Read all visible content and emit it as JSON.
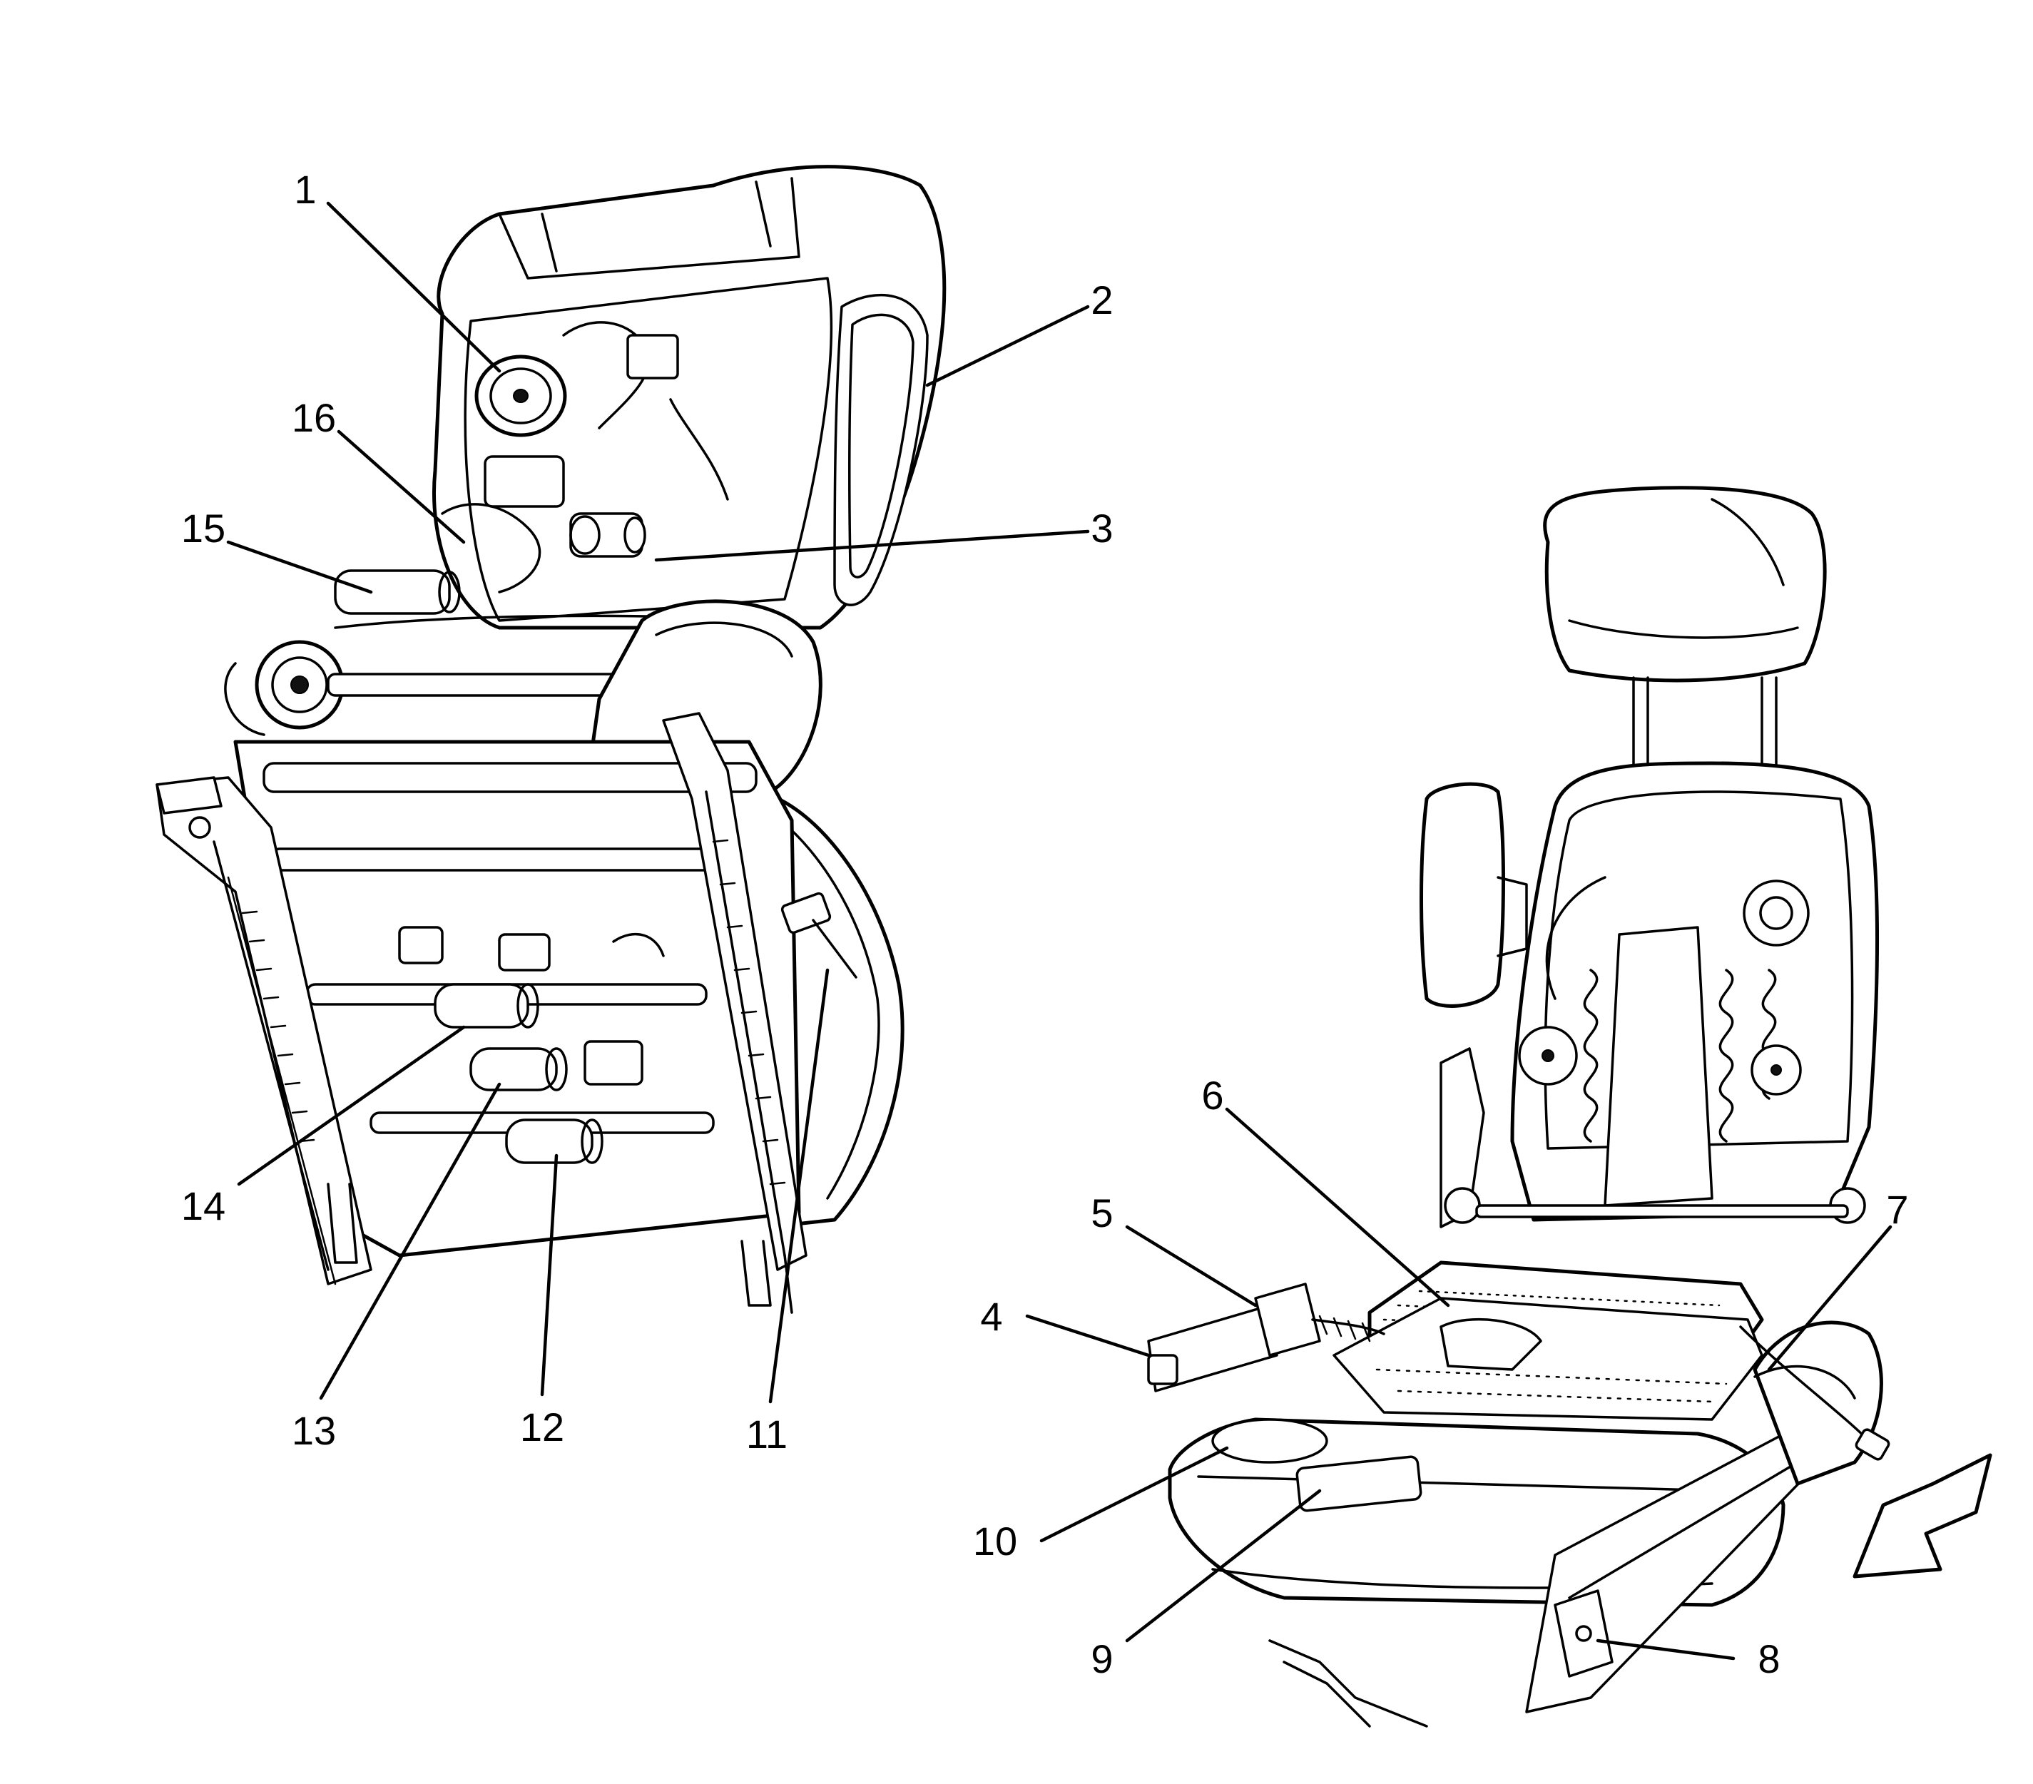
{
  "callouts": [
    {
      "id": "1",
      "label": "1"
    },
    {
      "id": "2",
      "label": "2"
    },
    {
      "id": "3",
      "label": "3"
    },
    {
      "id": "4",
      "label": "4"
    },
    {
      "id": "5",
      "label": "5"
    },
    {
      "id": "6",
      "label": "6"
    },
    {
      "id": "7",
      "label": "7"
    },
    {
      "id": "8",
      "label": "8"
    },
    {
      "id": "9",
      "label": "9"
    },
    {
      "id": "10",
      "label": "10"
    },
    {
      "id": "11",
      "label": "11"
    },
    {
      "id": "12",
      "label": "12"
    },
    {
      "id": "13",
      "label": "13"
    },
    {
      "id": "14",
      "label": "14"
    },
    {
      "id": "15",
      "label": "15"
    },
    {
      "id": "16",
      "label": "16"
    }
  ],
  "direction_arrow": {
    "icon": "front-direction-arrow-icon"
  }
}
